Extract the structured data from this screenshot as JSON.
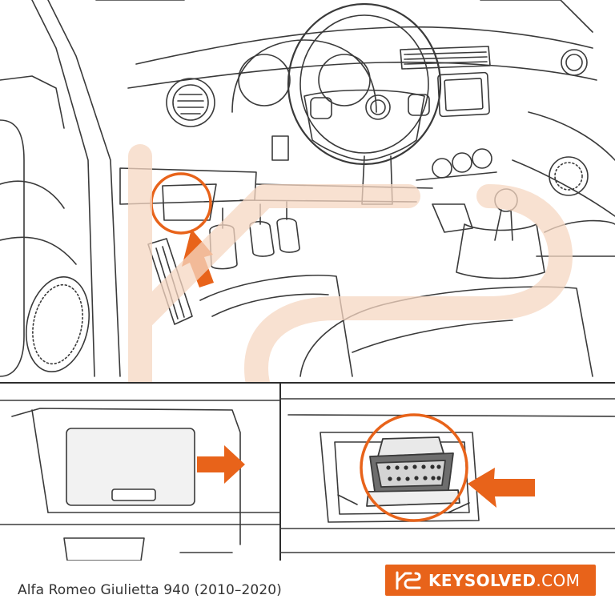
{
  "caption": "Alfa Romeo Giulietta 940 (2010–2020)",
  "brand": {
    "name": "KEYSOLVED",
    "tld": ".COM",
    "logo_icon": "ks-monogram-icon"
  },
  "colors": {
    "accent": "#E8631A",
    "watermark": "#F6D7C2",
    "line": "#3A3A3A",
    "caption_text": "#333333"
  },
  "icons": {
    "obd_circle": "highlight-circle-icon",
    "arrow": "arrow-icon",
    "watermark": "ks-watermark-logo"
  }
}
